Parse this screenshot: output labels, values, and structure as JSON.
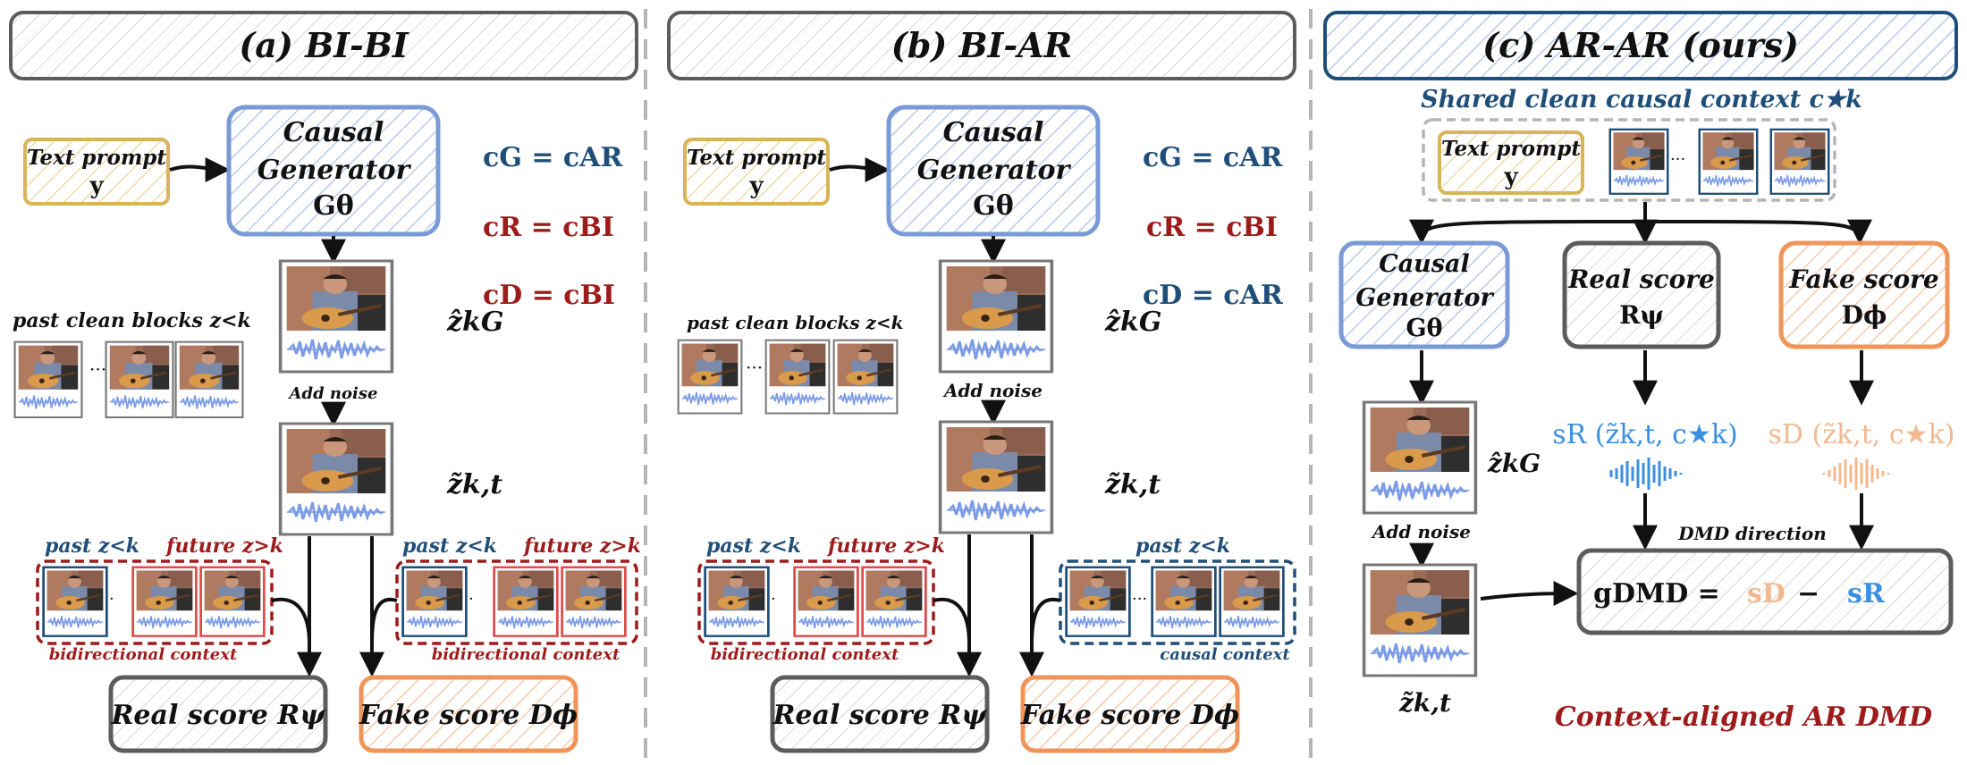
{
  "panels": {
    "a": {
      "title": "(a) BI-BI",
      "text_prompt": "Text prompt",
      "prompt_var": "y",
      "generator_line1": "Causal",
      "generator_line2": "Generator",
      "generator_sym": "Gθ",
      "eq1": "cG = cAR",
      "eq2": "cR = cBI",
      "eq3": "cD = cBI",
      "past_clean": "past clean blocks z<k",
      "zhat": "ẑkG",
      "add_noise": "Add noise",
      "ztilde": "z̃k,t",
      "past1": "past z<k",
      "future1": "future z>k",
      "past2": "past z<k",
      "future2": "future z>k",
      "ctx1": "bidirectional context",
      "ctx2": "bidirectional context",
      "real_score": "Real score Rψ",
      "fake_score": "Fake score Dϕ"
    },
    "b": {
      "title": "(b) BI-AR",
      "text_prompt": "Text prompt",
      "prompt_var": "y",
      "generator_line1": "Causal",
      "generator_line2": "Generator",
      "generator_sym": "Gθ",
      "eq1": "cG = cAR",
      "eq2": "cR = cBI",
      "eq3": "cD = cAR",
      "past_clean": "past clean blocks z<k",
      "zhat": "ẑkG",
      "add_noise": "Add noise",
      "ztilde": "z̃k,t",
      "past1": "past z<k",
      "future1": "future z>k",
      "past2": "past z<k",
      "ctx1": "bidirectional context",
      "ctx2": "causal context",
      "real_score": "Real score Rψ",
      "fake_score": "Fake score Dϕ"
    },
    "c": {
      "title": "(c) AR-AR (ours)",
      "shared": "Shared clean causal context c★k",
      "text_prompt": "Text prompt",
      "prompt_var": "y",
      "generator_line1": "Causal",
      "generator_line2": "Generator",
      "generator_sym": "Gθ",
      "real_line1": "Real score",
      "real_sym": "Rψ",
      "fake_line1": "Fake score",
      "fake_sym": "Dϕ",
      "zhat": "ẑkG",
      "add_noise": "Add noise",
      "ztilde": "z̃k,t",
      "sR": "sR (z̃k,t, c★k)",
      "sD": "sD (z̃k,t, c★k)",
      "dmd_direction": "DMD direction",
      "gdmd_lhs": "gDMD =",
      "gdmd_sD": "sD",
      "gdmd_minus": "−",
      "gdmd_sR": "sR",
      "caption": "Context-aligned AR DMD"
    }
  },
  "colors": {
    "blue_box": "#7a9ad6",
    "blue_fill": "#dbe5f5",
    "gold": "#d8b45a",
    "gold_fill": "#faf1d8",
    "gray": "#6b6b6b",
    "orange": "#f0955a",
    "orange_fill": "#fde6d4",
    "navy": "#1f4e79",
    "crimson": "#9e1b1b",
    "red_frame": "#e04a4a",
    "light_blue": "#3b8fe0",
    "peach": "#f2b98f",
    "wave": "#7c9be6"
  }
}
